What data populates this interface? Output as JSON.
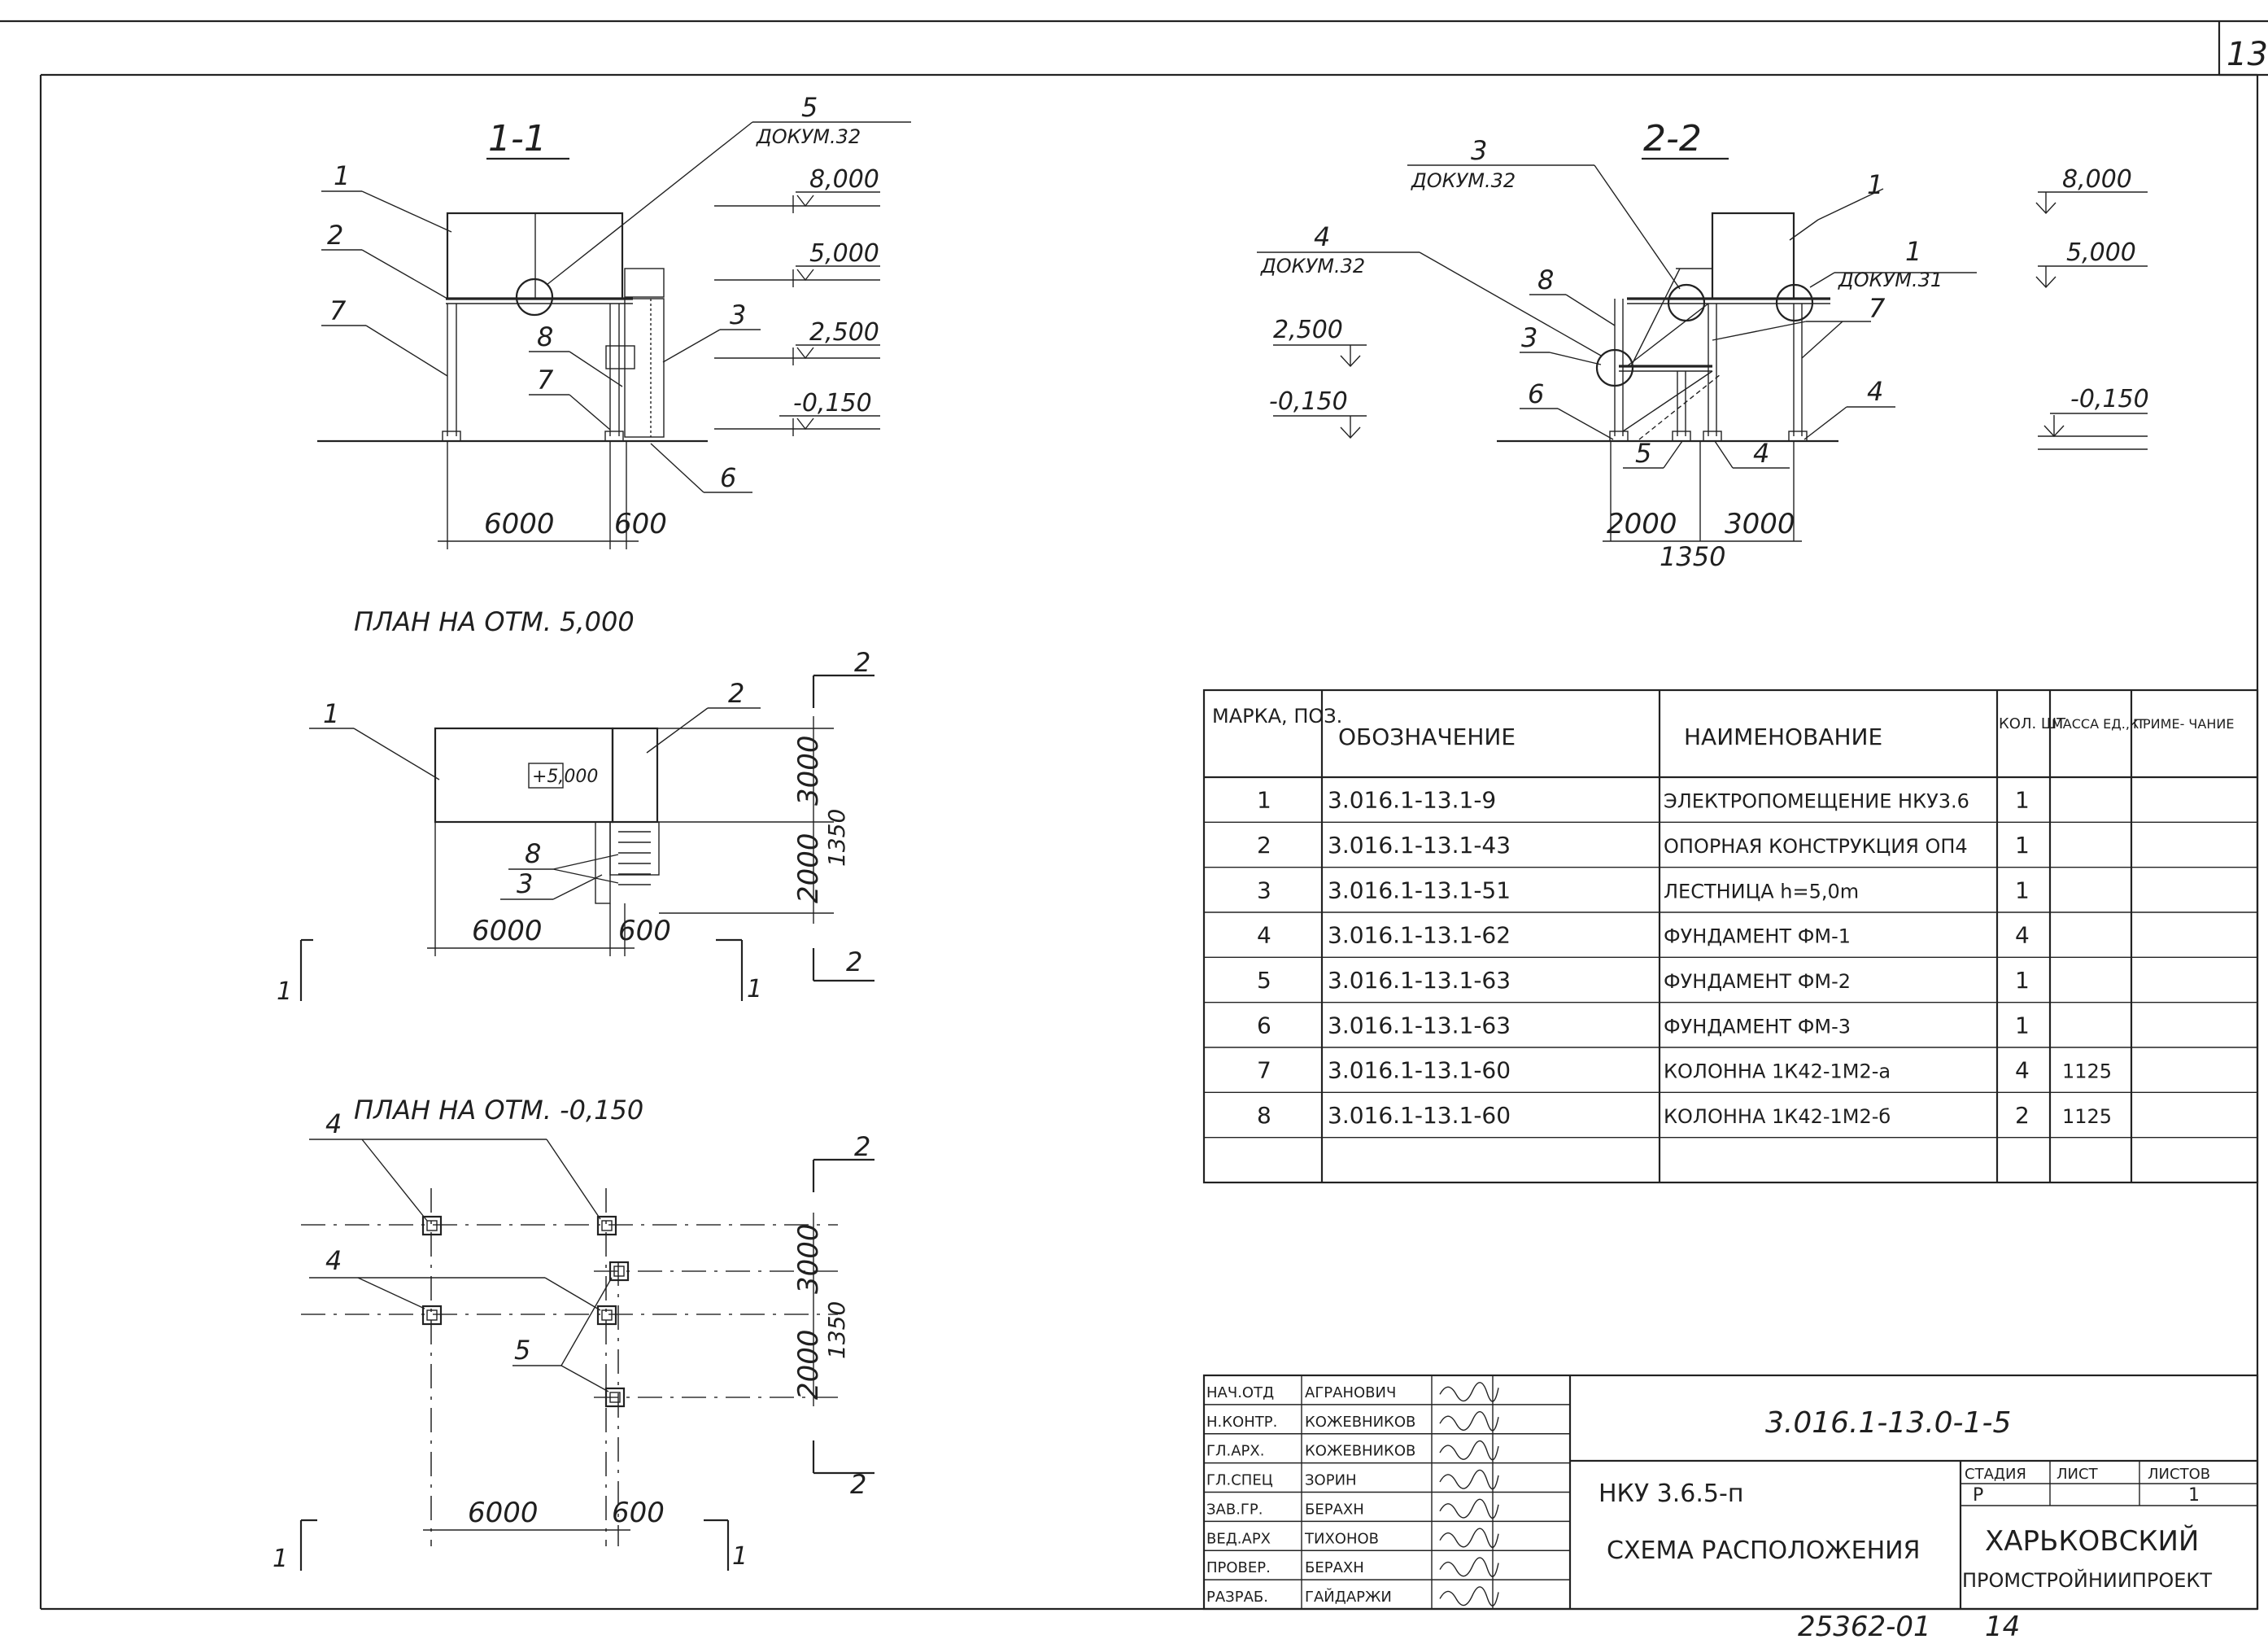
{
  "page": {
    "number": "13",
    "inventory": "25362-01",
    "inventory_page": "14"
  },
  "section_1_1": {
    "title": "1-1",
    "callout_5": "5",
    "callout_5_ref": "ДОКУМ.32",
    "lvl_top": "8,000",
    "lvl_5": "5,000",
    "lvl_2_5": "2,500",
    "lvl_0": "-0,150",
    "p1": "1",
    "p2": "2",
    "p7a": "7",
    "p8": "8",
    "p7b": "7",
    "p3": "3",
    "p6": "6",
    "dim_a": "6000",
    "dim_b": "600"
  },
  "section_2_2": {
    "title": "2-2",
    "callout_3": "3",
    "callout_3_ref": "ДОКУМ.32",
    "callout_4": "4",
    "callout_4_ref": "ДОКУМ.32",
    "callout_1": "1",
    "callout_1_ref": "ДОКУМ.31",
    "lvl_top": "8,000",
    "lvl_5": "5,000",
    "lvl_2_5": "2,500",
    "lvl_0l": "-0,150",
    "lvl_0r": "-0,150",
    "p1": "1",
    "p8": "8",
    "p3": "3",
    "p6": "6",
    "p5": "5",
    "p4a": "4",
    "p7": "7",
    "p4b": "4",
    "dim_a": "2000",
    "dim_b": "3000",
    "dim_c": "1350"
  },
  "plan_5000": {
    "title": "ПЛАН НА ОТМ. 5,000",
    "p1": "1",
    "p2": "2",
    "p8": "8",
    "p3": "3",
    "mark": "+5,000",
    "dim_3000": "3000",
    "dim_1350": "1350",
    "dim_2000": "2000",
    "dim_6000": "6000",
    "dim_600": "600",
    "cut2_top": "2",
    "cut2_bot": "2",
    "cut1_l": "1",
    "cut1_r": "1"
  },
  "plan_m0150": {
    "title": "ПЛАН НА ОТМ. -0,150",
    "p4a": "4",
    "p4b": "4",
    "p5": "5",
    "dim_3000": "3000",
    "dim_1350": "1350",
    "dim_2000": "2000",
    "dim_6000": "6000",
    "dim_600": "600",
    "cut2_top": "2",
    "cut2_bot": "2",
    "cut1_l": "1",
    "cut1_r": "1"
  },
  "spec_table": {
    "headers": [
      "МАРКА, ПОЗ.",
      "ОБОЗНАЧЕНИЕ",
      "НАИМЕНОВАНИЕ",
      "КОЛ. ШТ",
      "МАССА ЕД.,КГ",
      "ПРИМЕ- ЧАНИЕ"
    ],
    "rows": [
      {
        "mark": "1",
        "code": "3.016.1-13.1-9",
        "name": "ЭЛЕКТРОПОМЕЩЕНИЕ НКУ3.6",
        "qty": "1",
        "mass": "",
        "note": ""
      },
      {
        "mark": "2",
        "code": "3.016.1-13.1-43",
        "name": "ОПОРНАЯ КОНСТРУКЦИЯ ОП4",
        "qty": "1",
        "mass": "",
        "note": ""
      },
      {
        "mark": "3",
        "code": "3.016.1-13.1-51",
        "name": "ЛЕСТНИЦА h=5,0m",
        "qty": "1",
        "mass": "",
        "note": ""
      },
      {
        "mark": "4",
        "code": "3.016.1-13.1-62",
        "name": "ФУНДАМЕНТ ФМ-1",
        "qty": "4",
        "mass": "",
        "note": ""
      },
      {
        "mark": "5",
        "code": "3.016.1-13.1-63",
        "name": "ФУНДАМЕНТ ФМ-2",
        "qty": "1",
        "mass": "",
        "note": ""
      },
      {
        "mark": "6",
        "code": "3.016.1-13.1-63",
        "name": "ФУНДАМЕНТ ФМ-3",
        "qty": "1",
        "mass": "",
        "note": ""
      },
      {
        "mark": "7",
        "code": "3.016.1-13.1-60",
        "name": "КОЛОННА 1К42-1М2-а",
        "qty": "4",
        "mass": "1125",
        "note": ""
      },
      {
        "mark": "8",
        "code": "3.016.1-13.1-60",
        "name": "КОЛОННА 1К42-1М2-б",
        "qty": "2",
        "mass": "1125",
        "note": ""
      },
      {
        "mark": "",
        "code": "",
        "name": "",
        "qty": "",
        "mass": "",
        "note": ""
      }
    ]
  },
  "title_block": {
    "signatures": [
      {
        "role": "НАЧ.ОТД",
        "name": "АГРАНОВИЧ"
      },
      {
        "role": "Н.КОНТР.",
        "name": "КОЖЕВНИКОВ"
      },
      {
        "role": "ГЛ.АРХ.",
        "name": "КОЖЕВНИКОВ"
      },
      {
        "role": "ГЛ.СПЕЦ",
        "name": "ЗОРИН"
      },
      {
        "role": "ЗАВ.ГР.",
        "name": "БЕРАХН"
      },
      {
        "role": "ВЕД.АРХ",
        "name": "ТИХОНОВ"
      },
      {
        "role": "ПРОВЕР.",
        "name": "БЕРАХН"
      },
      {
        "role": "РАЗРАБ.",
        "name": "ГАЙДАРЖИ"
      }
    ],
    "code": "3.016.1-13.0-1-5",
    "object": "НКУ 3.6.5-п",
    "drawing_name": "СХЕМА РАСПОЛОЖЕНИЯ",
    "stage_label": "СТАДИЯ",
    "sheet_label": "ЛИСТ",
    "sheets_label": "ЛИСТОВ",
    "stage": "Р",
    "sheet": "",
    "sheets": "1",
    "org_line1": "ХАРЬКОВСКИЙ",
    "org_line2": "ПРОМСТРОЙНИИПРОЕКТ"
  }
}
